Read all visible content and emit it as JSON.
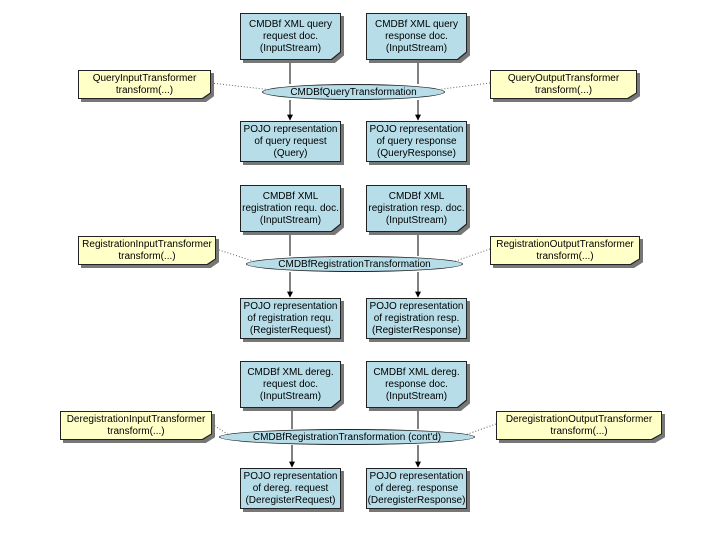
{
  "groups": [
    {
      "xml_request": [
        "CMDBf XML query",
        "request doc.",
        "(InputStream)"
      ],
      "xml_response": [
        "CMDBf XML query",
        "response doc.",
        "(InputStream)"
      ],
      "transformation": "CMDBfQueryTransformation",
      "input_transformer": [
        "QueryInputTransformer",
        "transform(...)"
      ],
      "output_transformer": [
        "QueryOutputTransformer",
        "transform(...)"
      ],
      "pojo_request": [
        "POJO representation",
        "of query request",
        "(Query)"
      ],
      "pojo_response": [
        "POJO representation",
        "of query response",
        "(QueryResponse)"
      ]
    },
    {
      "xml_request": [
        "CMDBf XML",
        "registration requ. doc.",
        "(InputStream)"
      ],
      "xml_response": [
        "CMDBf XML",
        "registration resp. doc.",
        "(InputStream)"
      ],
      "transformation": "CMDBfRegistrationTransformation",
      "input_transformer": [
        "RegistrationInputTransformer",
        "transform(...)"
      ],
      "output_transformer": [
        "RegistrationOutputTransformer",
        "transform(...)"
      ],
      "pojo_request": [
        "POJO representation",
        "of registration requ.",
        "(RegisterRequest)"
      ],
      "pojo_response": [
        "POJO representation",
        "of registration resp.",
        "(RegisterResponse)"
      ]
    },
    {
      "xml_request": [
        "CMDBf XML dereg.",
        "request doc.",
        "(InputStream)"
      ],
      "xml_response": [
        "CMDBf XML dereg.",
        "response doc.",
        "(InputStream)"
      ],
      "transformation": "CMDBfRegistrationTransformation (cont'd)",
      "input_transformer": [
        "DeregistrationInputTransformer",
        "transform(...)"
      ],
      "output_transformer": [
        "DeregistrationOutputTransformer",
        "transform(...)"
      ],
      "pojo_request": [
        "POJO representation",
        "of dereg. request",
        "(DeregisterRequest)"
      ],
      "pojo_response": [
        "POJO representation",
        "of dereg. response",
        "(DeregisterResponse)"
      ]
    }
  ],
  "colors": {
    "box_fill": "#b6dde8",
    "note_fill": "#ffffc8",
    "stroke": "#222222"
  }
}
